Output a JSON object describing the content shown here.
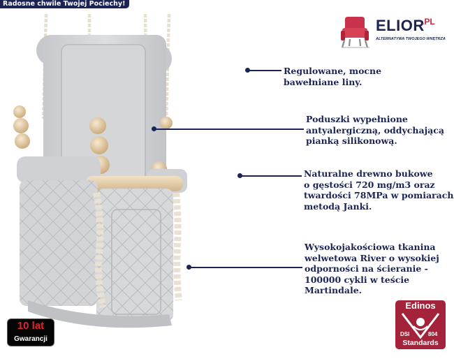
{
  "slogan": "Radosne chwile Twojej Pociechy!",
  "brand": {
    "name": "ELIOR",
    "tld": ".PL",
    "tagline": "ALTERNATYWA TWOJEGO WNĘTRZA",
    "logo_icon": "armchair-icon",
    "colors": {
      "navy": "#1b2454",
      "red": "#d1263a"
    }
  },
  "product": {
    "description": "wooden-baby-swing-with-velvet-cushions"
  },
  "annotations": [
    {
      "lines": [
        "Regulowane, mocne",
        "bawełniane liny."
      ]
    },
    {
      "lines": [
        "Poduszki wypełnione",
        "antyalergiczną, oddychającą",
        "pianką silikonową."
      ]
    },
    {
      "lines": [
        "Naturalne drewno bukowe",
        "o gęstości 720 mg/m3 oraz",
        "twardości  78MPa w pomiarach",
        "metodą Janki."
      ]
    },
    {
      "lines": [
        "Wysokojakościowa tkanina",
        "welwetowa River o wysokiej",
        "odporności na ścieranie -",
        "100000 cykli w teście",
        "Martindale."
      ]
    }
  ],
  "warranty": {
    "years": "10 lat",
    "label": "Gwarancji",
    "color": "#e0242c"
  },
  "badge": {
    "title": "Edinos",
    "dsi": "DSI",
    "code": "804",
    "standards": "Standards",
    "color": "#a3243a"
  }
}
